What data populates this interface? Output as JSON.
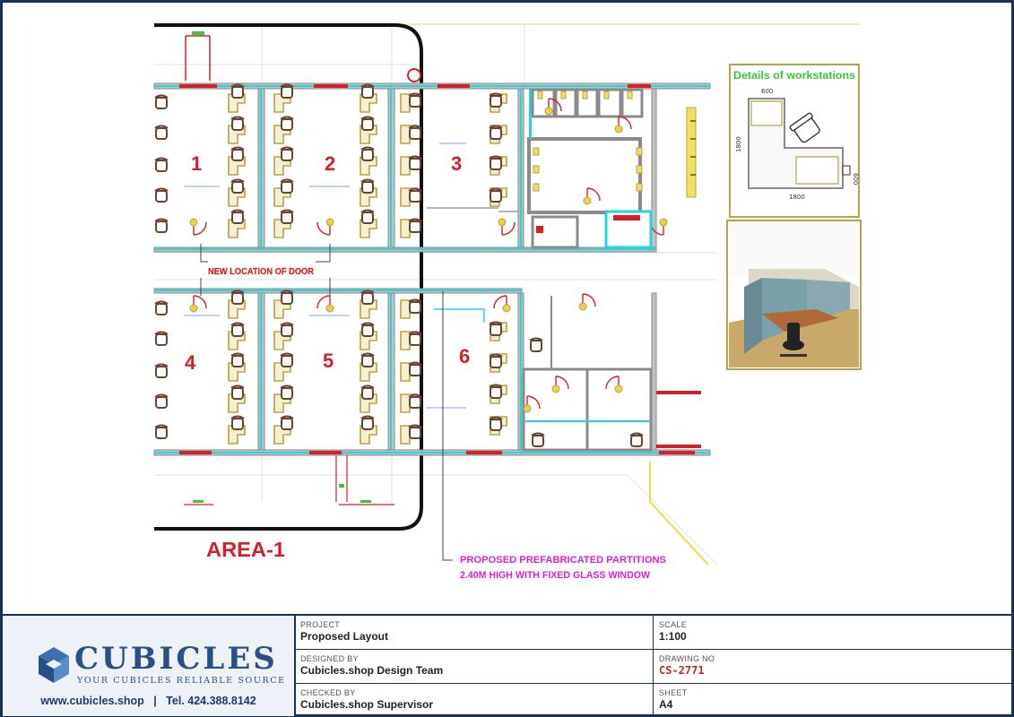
{
  "drawing": {
    "rooms": [
      "1",
      "2",
      "3",
      "4",
      "5",
      "6"
    ],
    "door_note": "NEW LOCATION OF DOOR",
    "area_title": "AREA-1",
    "partition_note_line1": "PROPOSED PREFABRICATED PARTITIONS",
    "partition_note_line2": "2.40M HIGH WITH FIXED GLASS WINDOW",
    "detail_title": "Details of workstations",
    "detail_dim_top": "600",
    "detail_dim_side": "1800",
    "detail_dim_bottom": "1800",
    "detail_dim_right": "600"
  },
  "colors": {
    "partition_cyan": "#22d6e0",
    "wall_grey": "#8a8a8a",
    "label_red": "#d4202a",
    "note_magenta": "#e020d0",
    "detail_green": "#3ac43a",
    "desk_olive": "#b8a24a",
    "chair_brown": "#6a4330"
  },
  "titleblock": {
    "logo_name": "CUBICLES",
    "logo_tagline": "YOUR CUBICLES RELIABLE SOURCE",
    "website": "www.cubicles.shop",
    "separator": "|",
    "phone": "Tel. 424.388.8142",
    "project_label": "PROJECT",
    "project_value": "Proposed Layout",
    "designed_label": "DESIGNED BY",
    "designed_value": "Cubicles.shop Design Team",
    "checked_label": "CHECKED BY",
    "checked_value": "Cubicles.shop Supervisor",
    "scale_label": "SCALE",
    "scale_value": "1:100",
    "drawing_no_label": "DRAWING NO",
    "drawing_no_value": "CS-2771",
    "sheet_label": "SHEET",
    "sheet_value": "A4"
  }
}
